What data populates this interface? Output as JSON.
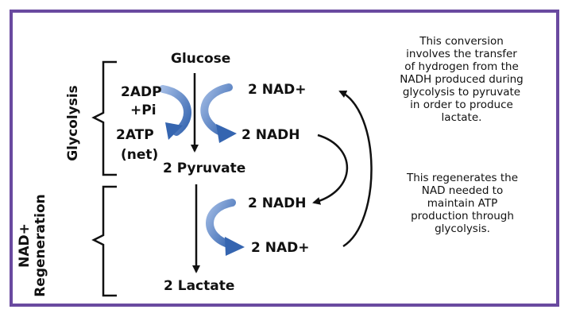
{
  "labels": {
    "glucose": "Glucose",
    "adp": "2ADP",
    "pi": "+Pi",
    "atp": "2ATP",
    "net": "(net)",
    "nad_top": "2 NAD+",
    "nadh_top": "2 NADH",
    "pyruvate": "2 Pyruvate",
    "nadh_bottom": "2 NADH",
    "nad_bottom": "2 NAD+",
    "lactate": "2 Lactate"
  },
  "side_labels": {
    "glycolysis": "Glycolysis",
    "regen_line1": "NAD+",
    "regen_line2": "Regeneration"
  },
  "notes": {
    "conversion": [
      "This conversion",
      "involves the transfer",
      "of hydrogen from the",
      "NADH produced during",
      "glycolysis to pyruvate",
      "in order to produce",
      "lactate."
    ],
    "regenerate": [
      "This regenerates the",
      "NAD needed to",
      "maintain ATP",
      "production through",
      "glycolysis."
    ]
  },
  "colors": {
    "frame": "#6a4aa0",
    "curved_arrow": "#3f6db5",
    "text": "#111111"
  }
}
